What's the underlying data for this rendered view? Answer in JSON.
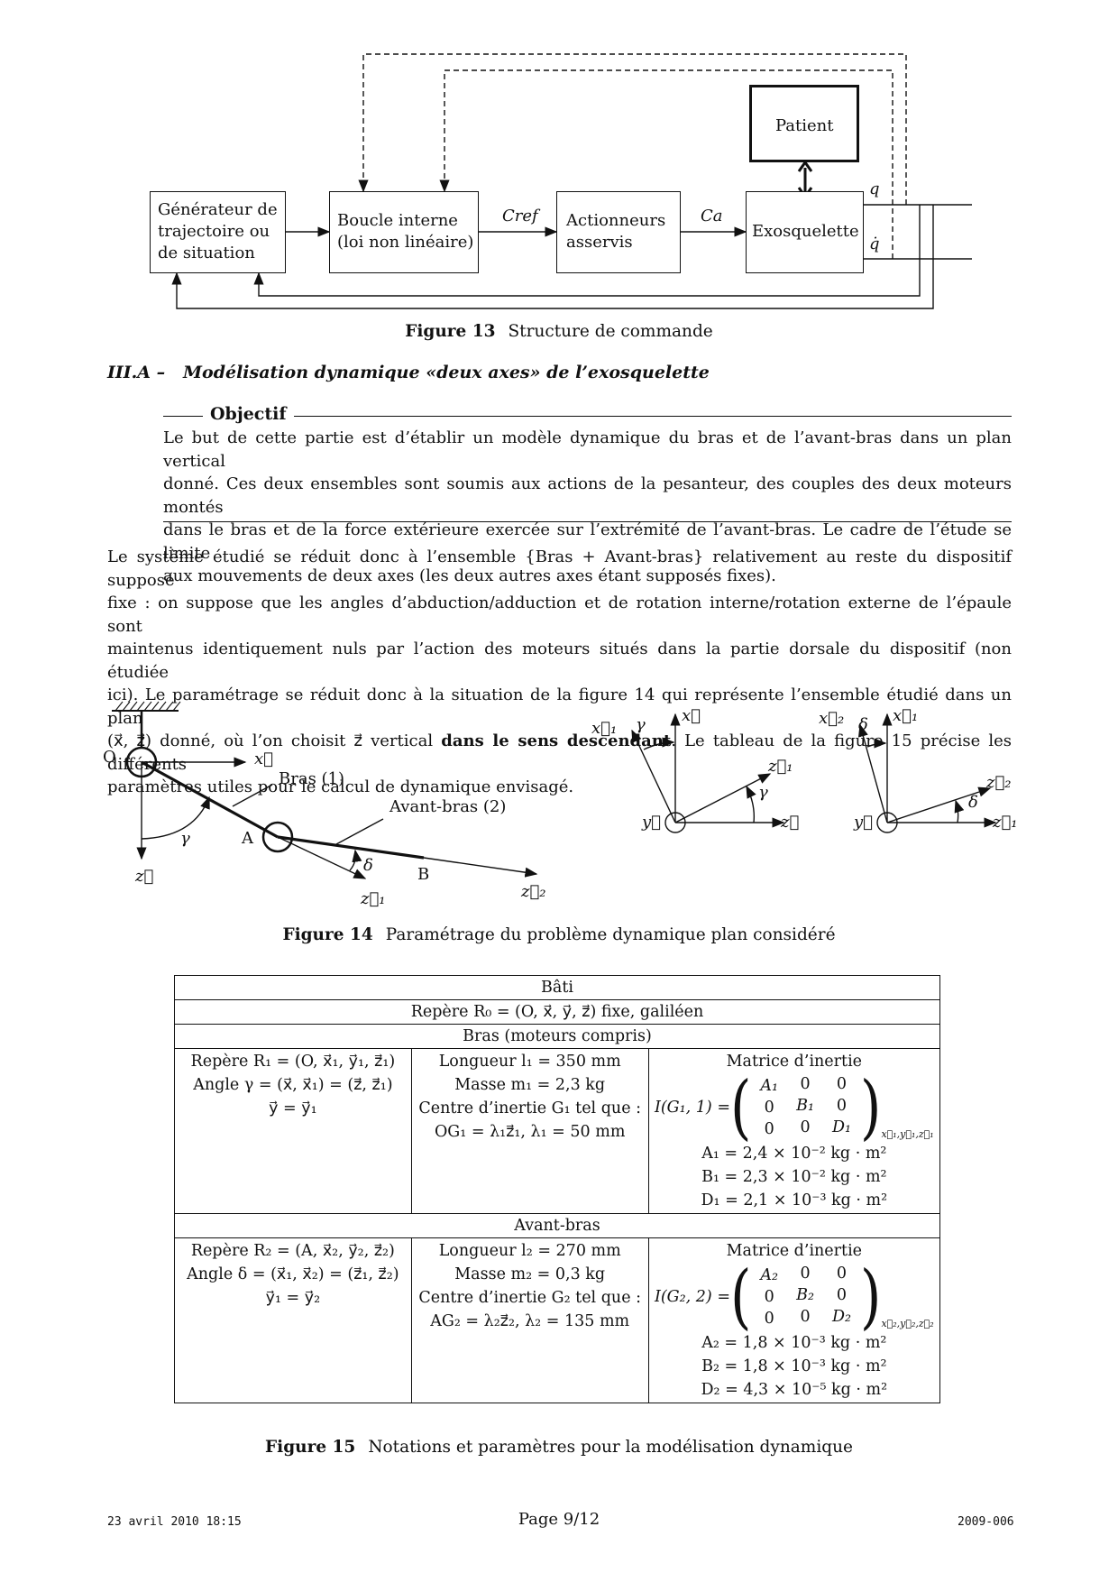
{
  "figure13": {
    "blocks": {
      "generator": [
        "Générateur de",
        "trajectoire ou",
        "de situation"
      ],
      "inner_loop": [
        "Boucle interne",
        "(loi non linéaire)"
      ],
      "actuators": [
        "Actionneurs",
        "asservis"
      ],
      "exoskeleton": "Exosquelette",
      "patient": "Patient"
    },
    "signals": {
      "cref": "Cref",
      "ca": "Ca",
      "q": "q",
      "qdot": "q̇"
    },
    "caption_label": "Figure 13",
    "caption_text": "Structure de commande"
  },
  "section": {
    "number": "III.A –",
    "title": "Modélisation dynamique «deux axes» de l’exosquelette"
  },
  "objective": {
    "title": "Objectif",
    "lines": [
      "Le but de cette partie est d’établir un modèle dynamique du bras et de l’avant-bras dans un plan vertical",
      "donné. Ces deux ensembles sont soumis aux actions de la pesanteur, des couples des deux moteurs montés",
      "dans le bras et de la force extérieure exercée sur l’extrémité de l’avant-bras. Le cadre de l’étude se limite",
      "aux mouvements de deux axes (les deux autres axes étant supposés fixes)."
    ]
  },
  "body_paragraph": {
    "lines": [
      "Le système étudié se réduit donc à l’ensemble {Bras + Avant-bras} relativement au reste du dispositif supposé",
      "fixe : on suppose que les angles d’abduction/adduction et de rotation interne/rotation externe de l’épaule sont",
      "maintenus identiquement nuls par l’action des moteurs situés dans la partie dorsale du dispositif (non étudiée",
      "ici). Le paramétrage se réduit donc à la situation de la figure 14 qui représente l’ensemble étudié dans un plan"
    ],
    "line5_a": "(x⃗, z⃗) donné, où l’on choisit z⃗ vertical ",
    "line5_bold": "dans le sens descendant",
    "line5_b": ". Le tableau de la figure 15 précise les différents",
    "line6": "paramètres utiles pour le calcul de dynamique envisagé."
  },
  "figure14": {
    "labels": {
      "O": "O",
      "A": "A",
      "B": "B",
      "bras": "Bras (1)",
      "avant_bras": "Avant-bras (2)",
      "x": "x⃗",
      "z": "z⃗",
      "z1": "z⃗₁",
      "z2": "z⃗₂",
      "x1": "x⃗₁",
      "x2": "x⃗₂",
      "y": "y⃗",
      "gamma": "γ",
      "delta": "δ"
    },
    "caption_label": "Figure 14",
    "caption_text": "Paramétrage du problème dynamique plan considéré"
  },
  "figure15": {
    "bati": "Bâti",
    "repere_r0": "Repère R₀ = (O, x⃗, y⃗, z⃗) fixe, galiléen",
    "bras_header": "Bras (moteurs compris)",
    "bras_col1": [
      "Repère R₁ = (O, x⃗₁, y⃗₁, z⃗₁)",
      "Angle γ = (x⃗, x⃗₁) = (z⃗, z⃗₁)",
      "y⃗ = y⃗₁"
    ],
    "bras_col2": [
      "Longueur l₁ = 350 mm",
      "Masse m₁ = 2,3 kg",
      "Centre d’inertie G₁ tel que :",
      "OG₁ = λ₁z⃗₁,  λ₁ = 50 mm"
    ],
    "bras_matrix_title": "Matrice d’inertie",
    "bras_matrix_lhs": "I(G₁, 1) =",
    "bras_matrix": [
      [
        "A₁",
        "0",
        "0"
      ],
      [
        "0",
        "B₁",
        "0"
      ],
      [
        "0",
        "0",
        "D₁"
      ]
    ],
    "bras_matrix_basis": "x⃗₁,y⃗₁,z⃗₁",
    "bras_values": [
      "A₁ = 2,4 × 10⁻² kg · m²",
      "B₁ = 2,3 × 10⁻² kg · m²",
      "D₁ = 2,1 × 10⁻³ kg · m²"
    ],
    "avant_header": "Avant-bras",
    "avant_col1": [
      "Repère R₂ = (A, x⃗₂, y⃗₂, z⃗₂)",
      "Angle δ = (x⃗₁, x⃗₂) = (z⃗₁, z⃗₂)",
      "y⃗₁ = y⃗₂"
    ],
    "avant_col2": [
      "Longueur l₂ = 270 mm",
      "Masse m₂ = 0,3 kg",
      "Centre d’inertie G₂ tel que :",
      "AG₂ = λ₂z⃗₂,  λ₂ = 135 mm"
    ],
    "avant_matrix_title": "Matrice d’inertie",
    "avant_matrix_lhs": "I(G₂, 2) =",
    "avant_matrix": [
      [
        "A₂",
        "0",
        "0"
      ],
      [
        "0",
        "B₂",
        "0"
      ],
      [
        "0",
        "0",
        "D₂"
      ]
    ],
    "avant_matrix_basis": "x⃗₂,y⃗₂,z⃗₂",
    "avant_values": [
      "A₂ = 1,8 × 10⁻³ kg · m²",
      "B₂ = 1,8 × 10⁻³ kg · m²",
      "D₂ = 4,3 × 10⁻⁵ kg · m²"
    ],
    "caption_label": "Figure 15",
    "caption_text": "Notations et paramètres pour la modélisation dynamique"
  },
  "footer": {
    "date": "23 avril 2010 18:15",
    "page": "Page 9/12",
    "code": "2009-006"
  }
}
